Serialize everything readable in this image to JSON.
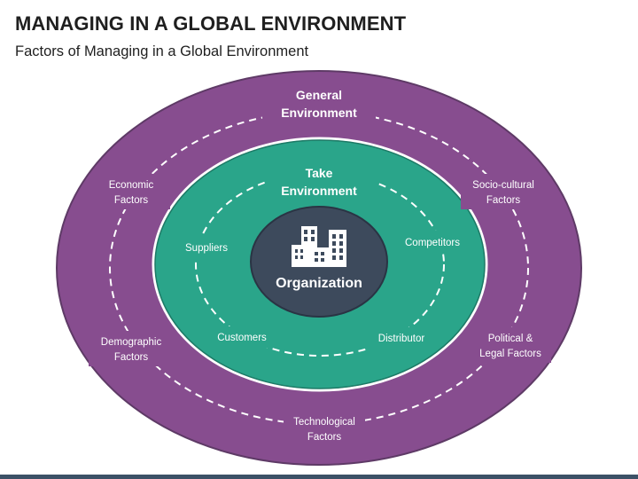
{
  "title": "MANAGING IN A GLOBAL ENVIRONMENT",
  "subtitle": "Factors of Managing in a Global Environment",
  "colors": {
    "outer_ring": "#874d8f",
    "middle_ring": "#2aa58a",
    "center": "#3d4a5c",
    "ring_border": "#ffffff",
    "bottom_bar": "#3c5166"
  },
  "outer": {
    "title_line1": "General",
    "title_line2": "Environment",
    "economic": [
      "Economic",
      "Factors"
    ],
    "socio": [
      "Socio-cultural",
      "Factors"
    ],
    "demographic": [
      "Demographic",
      "Factors"
    ],
    "political": [
      "Political &",
      "Legal Factors"
    ],
    "technological": [
      "Technological",
      "Factors"
    ]
  },
  "middle": {
    "title_line1": "Take",
    "title_line2": "Environment",
    "suppliers": "Suppliers",
    "competitors": "Competitors",
    "customers": "Customers",
    "distributor": "Distributor"
  },
  "center": {
    "label": "Organization",
    "icon": "buildings-icon"
  }
}
